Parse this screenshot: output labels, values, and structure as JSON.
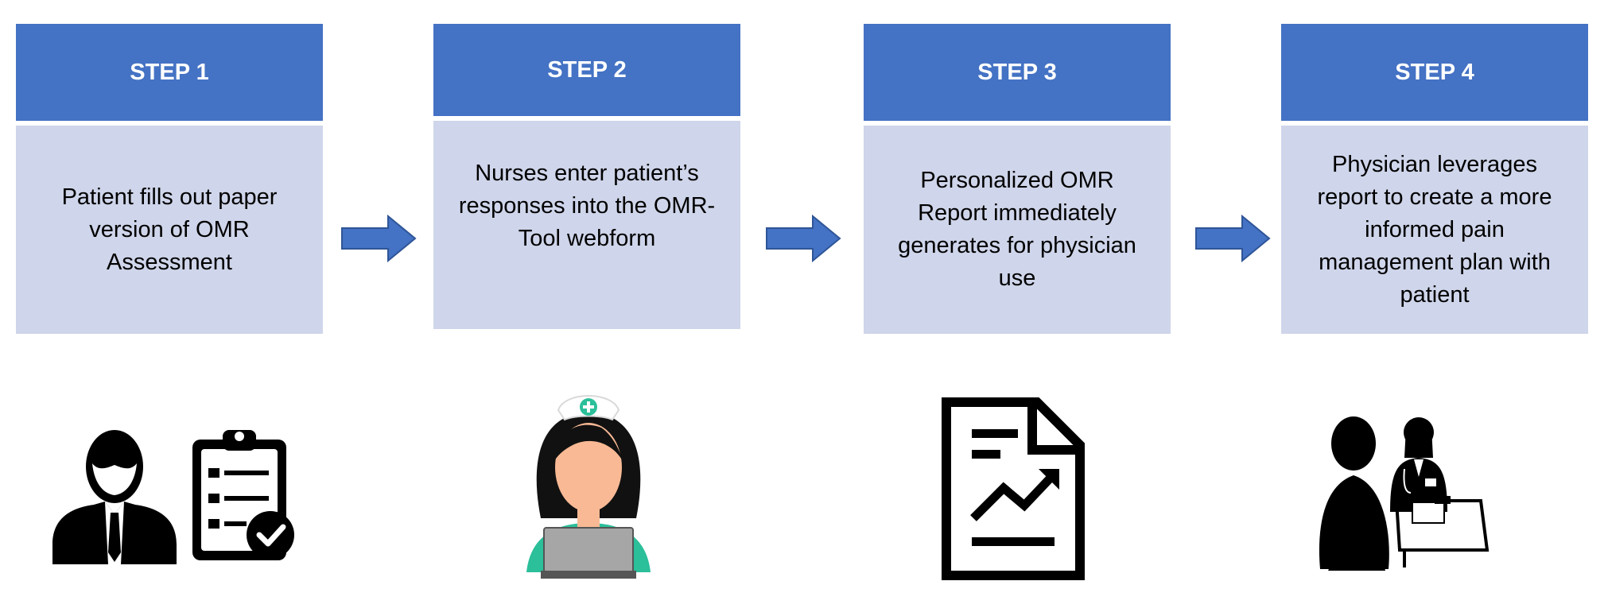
{
  "steps": [
    {
      "header": "STEP 1",
      "text": "Patient fills out paper version of OMR Assessment",
      "icon": "patient-clipboard-icon"
    },
    {
      "header": "STEP 2",
      "text": "Nurses enter patient’s responses into the OMR-Tool webform",
      "icon": "nurse-laptop-icon"
    },
    {
      "header": "STEP 3",
      "text": "Personalized OMR Report immediately generates for physician use",
      "icon": "report-chart-icon"
    },
    {
      "header": "STEP 4",
      "text": "Physician leverages report to create a more informed pain management plan with patient",
      "icon": "physician-patient-icon"
    }
  ],
  "colors": {
    "header": "#4472c4",
    "body": "#cfd5ea",
    "arrow": "#4472c4",
    "icon": "#000000",
    "nurse_skin": "#f8b994",
    "nurse_scrubs": "#2bbf9a",
    "laptop": "#a6a6a6"
  },
  "arrow_icon": "right-arrow-icon"
}
